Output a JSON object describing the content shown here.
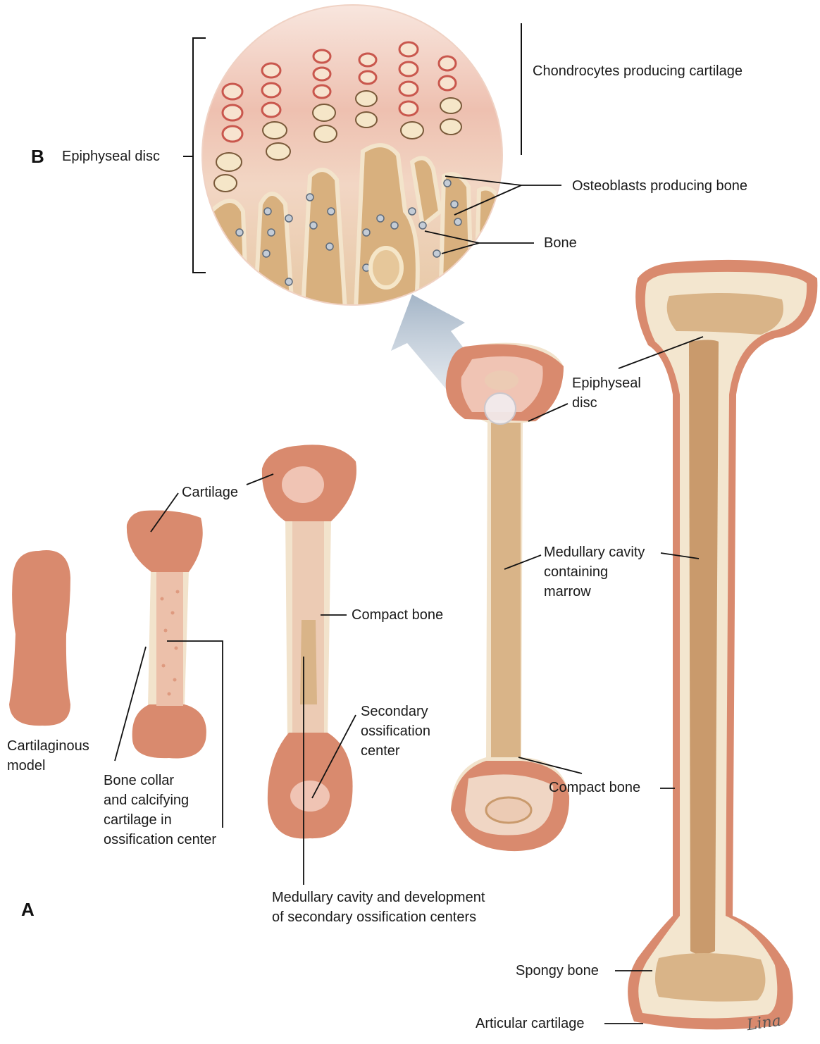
{
  "panel_labels": {
    "a": "A",
    "b": "B"
  },
  "labels": {
    "epiphyseal_disc_b": "Epiphyseal disc",
    "chondrocytes": "Chondrocytes producing cartilage",
    "osteoblasts": "Osteoblasts producing bone",
    "bone": "Bone",
    "epiphyseal_disc_line1": "Epiphyseal",
    "epiphyseal_disc_line2": "disc",
    "cartilage": "Cartilage",
    "cartilaginous_model": [
      "Cartilaginous",
      "model"
    ],
    "bone_collar": [
      "Bone collar",
      "and calcifying",
      "cartilage in",
      "ossification center"
    ],
    "compact_bone_1": "Compact bone",
    "secondary_ossification": [
      "Secondary",
      "ossification",
      "center"
    ],
    "medullary_cavity_dev": [
      "Medullary cavity and development",
      "of secondary ossification centers"
    ],
    "medullary_cavity_marrow": [
      "Medullary cavity",
      "containing",
      "marrow"
    ],
    "compact_bone_2": "Compact bone",
    "spongy_bone": "Spongy bone",
    "articular_cartilage": "Articular cartilage"
  },
  "signature": "Lina",
  "colors": {
    "cartilage": "#d98a6e",
    "cartilage_light": "#e8b8a2",
    "bone_cream": "#f3e6cf",
    "bone_tan": "#d9b488",
    "marrow": "#c99a6c",
    "arrow": "#a9b8c8",
    "disc_pink": "#f0c4b4"
  }
}
